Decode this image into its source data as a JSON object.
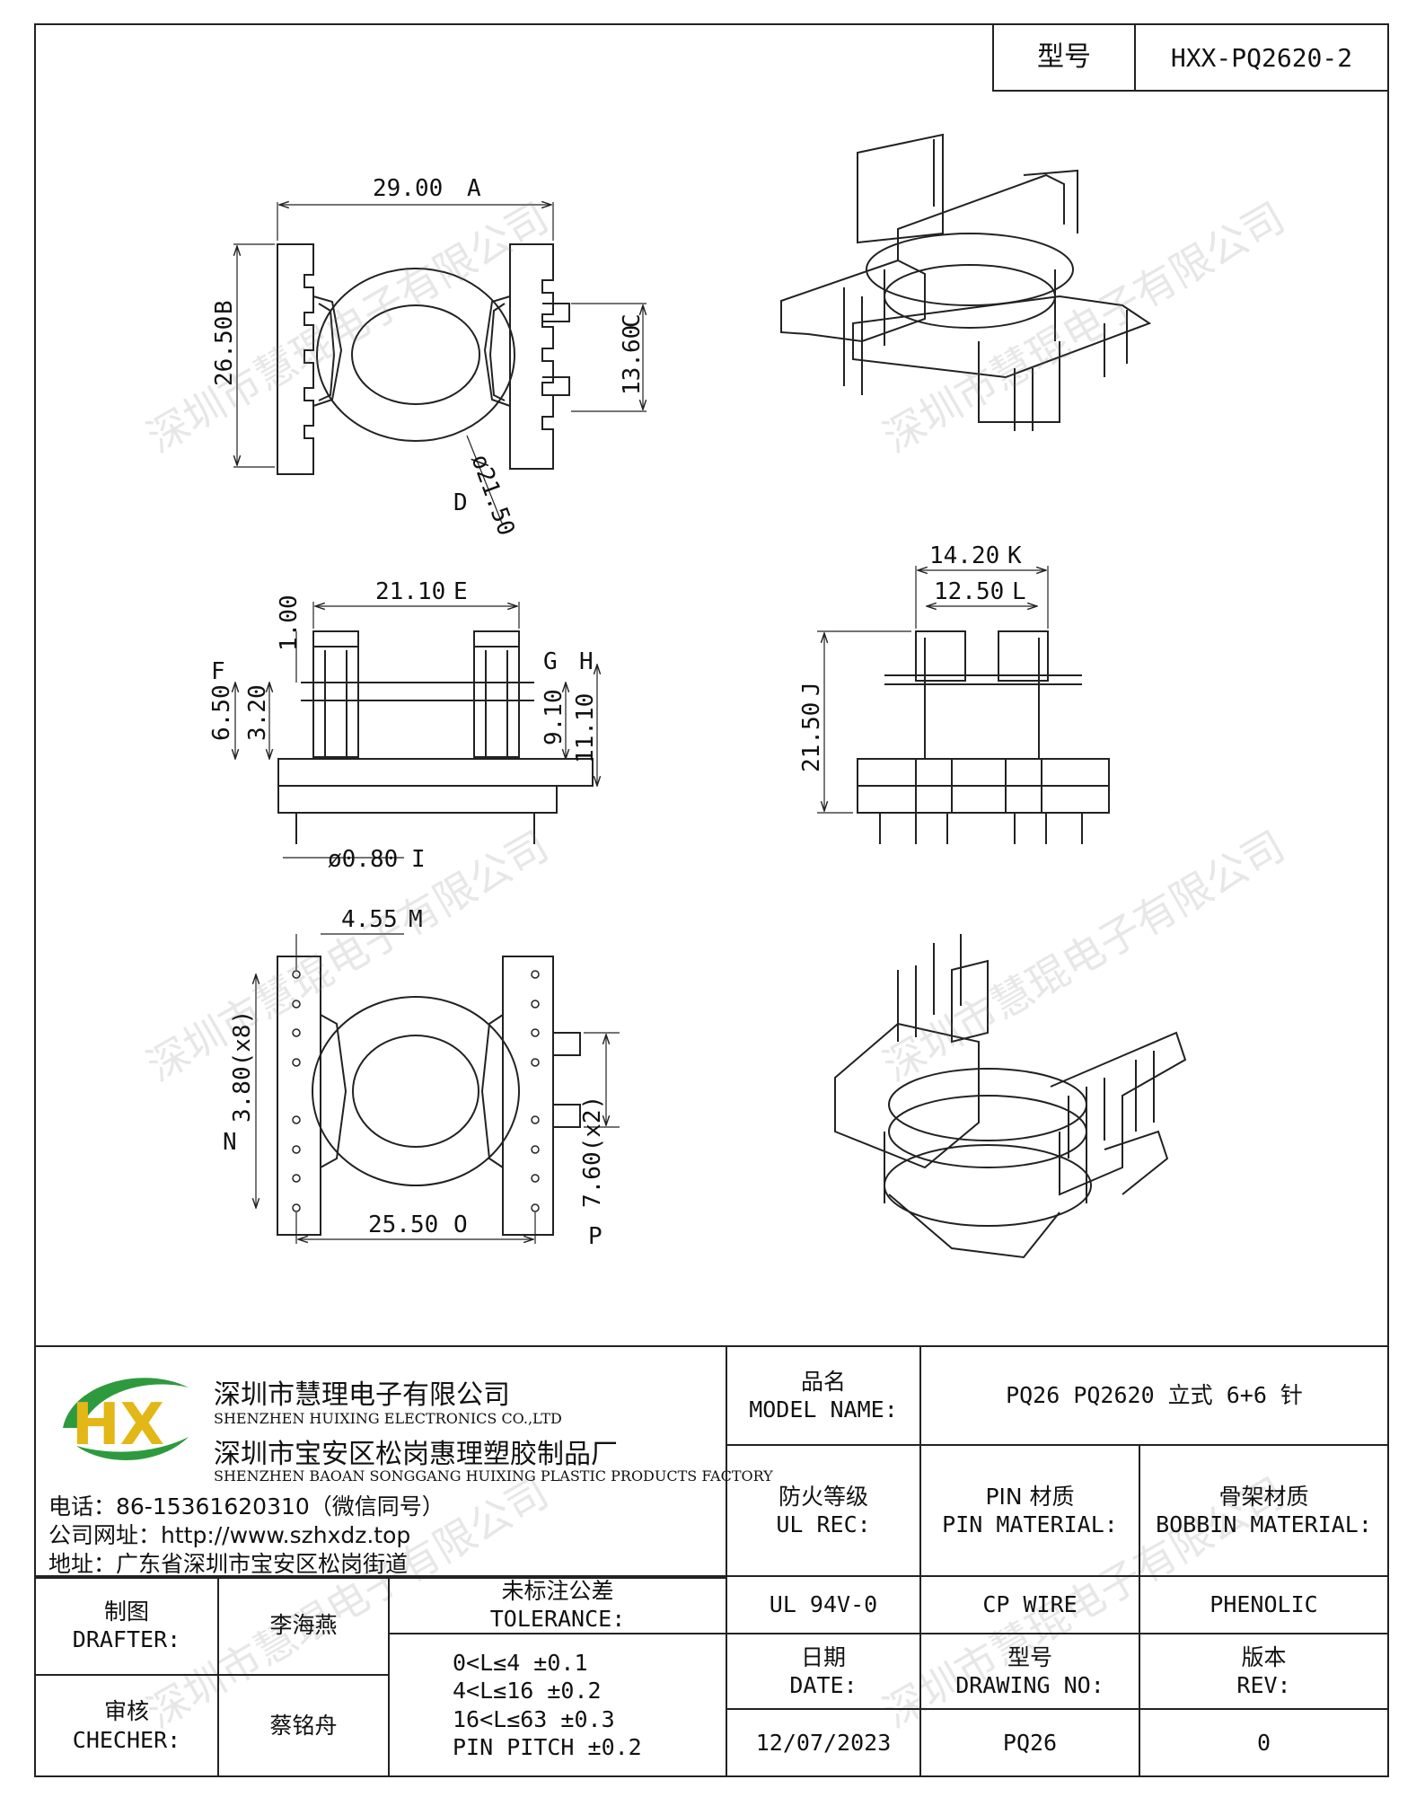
{
  "header": {
    "model_label": "型号",
    "model_value": "HXX-PQ2620-2"
  },
  "dimensions": {
    "A": {
      "value": "29.00",
      "letter": "A"
    },
    "B": {
      "value": "26.50",
      "letter": "B"
    },
    "C": {
      "value": "13.60",
      "letter": "C"
    },
    "D": {
      "value": "ø21.50",
      "letter": "D"
    },
    "E": {
      "value": "21.10",
      "letter": "E"
    },
    "F": {
      "value": "6.50",
      "letter": "F"
    },
    "G": {
      "value": "9.10",
      "letter": "G"
    },
    "H": {
      "value": "11.10",
      "letter": "H"
    },
    "I": {
      "value": "ø0.80",
      "letter": "I"
    },
    "J": {
      "value": "21.50",
      "letter": "J"
    },
    "K": {
      "value": "14.20",
      "letter": "K"
    },
    "L": {
      "value": "12.50",
      "letter": "L"
    },
    "M": {
      "value": "4.55",
      "letter": "M"
    },
    "N": {
      "value": "3.80(x8)",
      "letter": "N"
    },
    "O": {
      "value": "25.50",
      "letter": "O"
    },
    "P": {
      "value": "7.60(x2)",
      "letter": "P"
    },
    "extra_1_00": "1.00",
    "extra_3_20": "3.20"
  },
  "watermark": "深圳市慧琨电子有限公司",
  "company": {
    "logo_text": "HX",
    "name_cn": "深圳市慧理电子有限公司",
    "name_en": "SHENZHEN HUIXING ELECTRONICS CO.,LTD",
    "factory_cn": "深圳市宝安区松岗惠理塑胶制品厂",
    "factory_en": "SHENZHEN BAOAN SONGGANG HUIXING PLASTIC PRODUCTS FACTORY",
    "phone": "电话：86-15361620310（微信同号）",
    "website": "公司网址：http://www.szhxdz.top",
    "address": "地址：广东省深圳市宝安区松岗街道"
  },
  "title_block": {
    "model_name_label_cn": "品名",
    "model_name_label_en": "MODEL NAME:",
    "model_name_value": "PQ26 PQ2620 立式 6+6 针",
    "ul_label_cn": "防火等级",
    "ul_label_en": "UL REC:",
    "ul_value": "UL 94V-0",
    "pin_label_cn": "PIN 材质",
    "pin_label_en": "PIN MATERIAL:",
    "pin_value": "CP WIRE",
    "bobbin_label_cn": "骨架材质",
    "bobbin_label_en": "BOBBIN MATERIAL:",
    "bobbin_value": "PHENOLIC",
    "drafter_label_cn": "制图",
    "drafter_label_en": "DRAFTER:",
    "drafter_value": "李海燕",
    "checker_label_cn": "审核",
    "checker_label_en": "CHECHER:",
    "checker_value": "蔡铭舟",
    "tolerance_label_cn": "未标注公差",
    "tolerance_label_en": "TOLERANCE:",
    "tolerance_lines": [
      "0<L≤4  ±0.1",
      "4<L≤16 ±0.2",
      "16<L≤63 ±0.3",
      "PIN PITCH ±0.2"
    ],
    "date_label_cn": "日期",
    "date_label_en": "DATE:",
    "date_value": "12/07/2023",
    "drawing_no_label_cn": "型号",
    "drawing_no_label_en": "DRAWING NO:",
    "drawing_no_value": "PQ26",
    "rev_label_cn": "版本",
    "rev_label_en": "REV:",
    "rev_value": "0"
  },
  "colors": {
    "line": "#222222",
    "logo_green": "#2e9a3e",
    "logo_yellow": "#e2b716",
    "logo_blue": "#1f4fa0"
  }
}
